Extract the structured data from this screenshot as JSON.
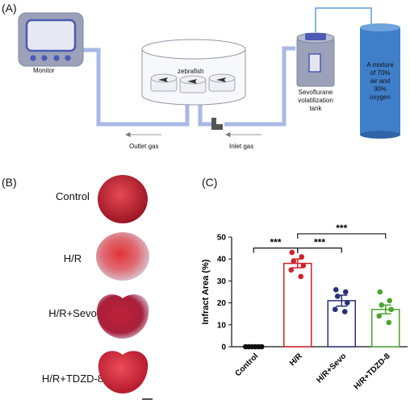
{
  "panels": {
    "a": {
      "label": "(A)",
      "monitor_label": "Monitor",
      "chamber_label": "zebrafish",
      "tank_label": [
        "Sevoflurane",
        "volatilization",
        "tank"
      ],
      "cylinder_label": [
        "A mixture",
        "of 70%",
        "air and",
        "30%",
        "oxygen"
      ],
      "outlet_label": "Outlet gas",
      "inlet_label": "Inlet gas",
      "colors": {
        "pipe": "#a9b8e4",
        "cylinder": "#3f7fc9",
        "device": "#9aa1b8",
        "screen": "#4a5ab5"
      }
    },
    "b": {
      "label": "(B)",
      "groups": [
        "Control",
        "H/R",
        "H/R+Sevo",
        "H/R+TDZD-8"
      ],
      "heart_colors": [
        "#b81f2d",
        "#d92b35",
        "#b01a2e",
        "#c41e30"
      ]
    },
    "c": {
      "label": "(C)"
    }
  },
  "chart_data": {
    "type": "bar",
    "ylabel": "Infract Area (%)",
    "ylim": [
      0,
      50
    ],
    "yticks": [
      0,
      10,
      20,
      30,
      40,
      50
    ],
    "categories": [
      "Control",
      "H/R",
      "H/R+Sevo",
      "H/R+TDZD-8"
    ],
    "values": [
      0,
      38,
      21,
      17
    ],
    "errors": [
      0,
      2,
      2.5,
      2
    ],
    "points": [
      [
        0,
        0,
        0,
        0,
        0,
        0
      ],
      [
        43,
        41,
        39,
        37,
        35,
        32
      ],
      [
        26,
        25,
        23,
        20,
        17,
        16
      ],
      [
        25,
        21,
        19,
        17,
        14,
        11
      ]
    ],
    "colors": [
      "#111111",
      "#d0212c",
      "#26307a",
      "#4aa52e"
    ],
    "significance": [
      {
        "from": 0,
        "to": 1,
        "label": "***"
      },
      {
        "from": 1,
        "to": 2,
        "label": "***"
      },
      {
        "from": 1,
        "to": 3,
        "label": "***"
      }
    ]
  }
}
